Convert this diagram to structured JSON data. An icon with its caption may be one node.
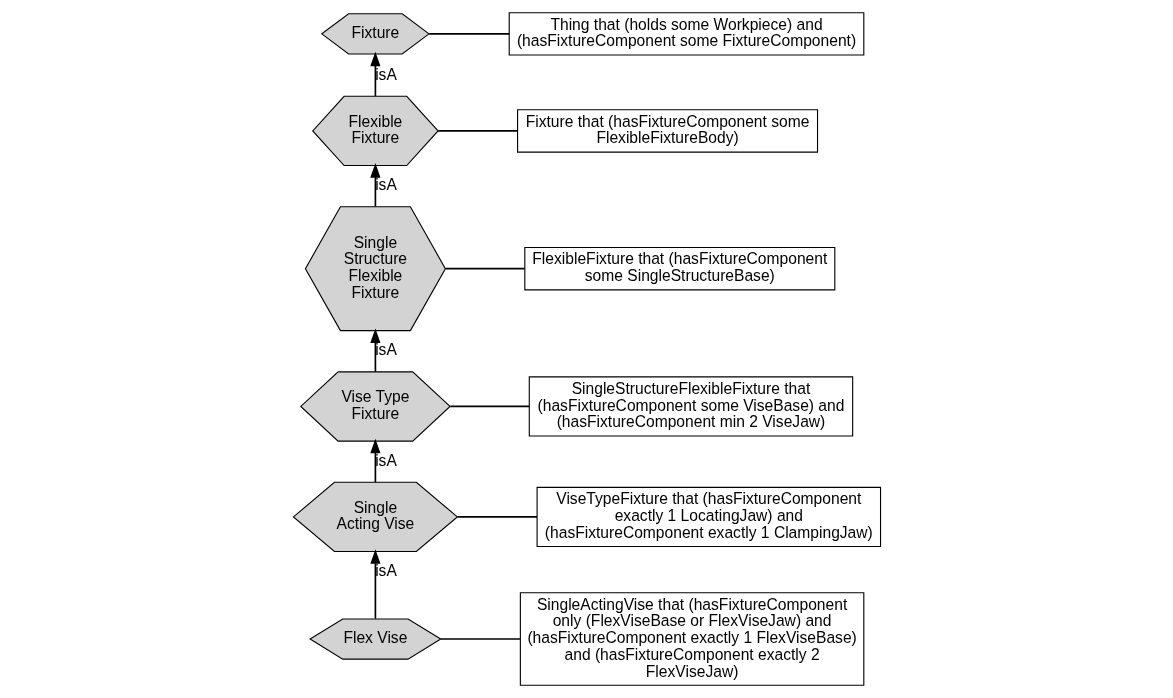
{
  "diagram": {
    "nodes": [
      {
        "text": [
          "Fixture"
        ]
      },
      {
        "text": [
          "Thing that (holds some Workpiece) and (hasFixtureComponent some FixtureComponent)"
        ]
      },
      {
        "text": [
          "Flexible Fixture"
        ]
      },
      {
        "text": [
          "Fixture that (hasFixtureComponent some FlexibleFixtureBody)"
        ]
      },
      {
        "text": [
          "Single Structure Flexible Fixture"
        ]
      },
      {
        "text": [
          "FlexibleFixture that (hasFixtureComponent some SingleStructureBase)"
        ]
      },
      {
        "text": [
          "Vise Type Fixture"
        ]
      },
      {
        "text": [
          "SingleStructureFlexibleFixture that (hasFixtureComponent some ViseBase) and (hasFixtureComponent min 2 ViseJaw)"
        ]
      },
      {
        "text": [
          "Single Acting Vise"
        ]
      },
      {
        "text": [
          "ViseTypeFixture that (hasFixtureComponent exactly 1 LocatingJaw) and (hasFixtureComponent exactly 1 ClampingJaw)"
        ]
      },
      {
        "text": [
          "Flex Vise"
        ]
      },
      {
        "text": [
          "SingleActingVise that (hasFixtureComponent only (FlexViseBase or FlexViseJaw) and (hasFixtureComponent exactly 1 FlexViseBase) and (hasFixtureComponent exactly 2 FlexViseJaw)"
        ]
      }
    ],
    "edges": [
      {
        "from": 0,
        "to": 1,
        "arrow": "none"
      },
      {
        "from": 2,
        "to": 0,
        "arrow": "to",
        "label": "isA"
      },
      {
        "from": 2,
        "to": 3,
        "arrow": "none"
      },
      {
        "from": 4,
        "to": 2,
        "arrow": "to",
        "label": "isA"
      },
      {
        "from": 4,
        "to": 5,
        "arrow": "none"
      },
      {
        "from": 6,
        "to": 4,
        "arrow": "to",
        "label": "isA"
      },
      {
        "from": 6,
        "to": 7,
        "arrow": "none"
      },
      {
        "from": 8,
        "to": 6,
        "arrow": "to",
        "label": "isA"
      },
      {
        "from": 8,
        "to": 9,
        "arrow": "none"
      },
      {
        "from": 10,
        "to": 8,
        "arrow": "to",
        "label": "isA"
      },
      {
        "from": 10,
        "to": 11,
        "arrow": "none"
      }
    ]
  }
}
